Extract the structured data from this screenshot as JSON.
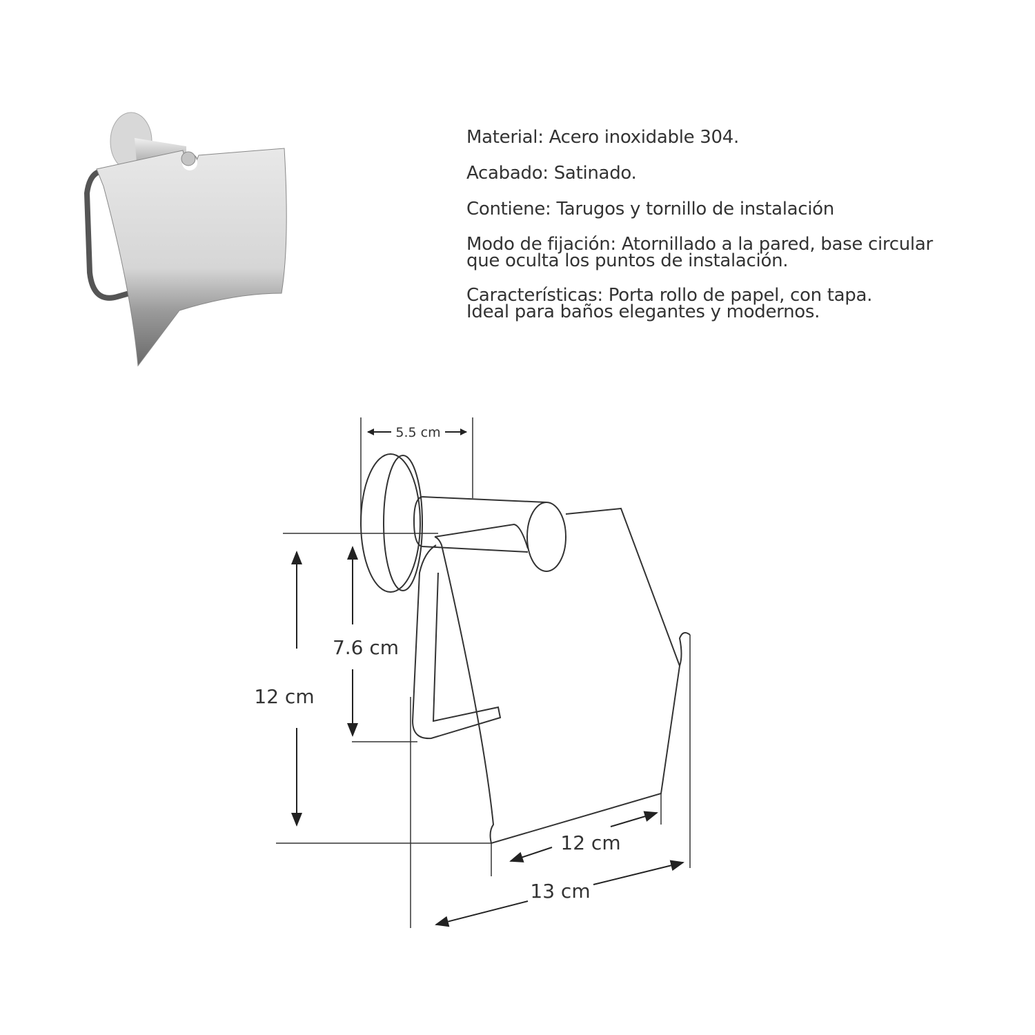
{
  "specs": [
    {
      "lines": [
        "Material: Acero inoxidable 304."
      ]
    },
    {
      "lines": [
        "Acabado: Satinado."
      ]
    },
    {
      "lines": [
        "Contiene: Tarugos y tornillo de instalación"
      ]
    },
    {
      "lines": [
        "Modo de fijación: Atornillado  a la pared, base circular",
        "que oculta los puntos de instalación."
      ]
    },
    {
      "lines": [
        "Características: Porta rollo de papel, con tapa.",
        "Ideal para baños elegantes y modernos."
      ]
    }
  ],
  "dimensions": {
    "base_width": "5.5 cm",
    "arm_height": "7.6 cm",
    "total_height": "12 cm",
    "cover_width": "12 cm",
    "total_width": "13 cm"
  }
}
